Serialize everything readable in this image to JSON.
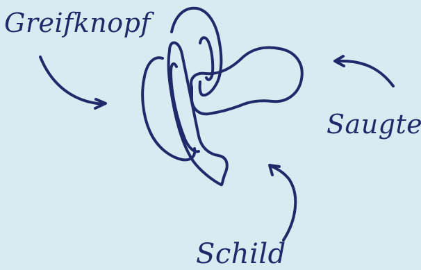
{
  "labels": {
    "grip": "Greifknopf",
    "nipple": "Saugteil",
    "shield": "Schild"
  },
  "colors": {
    "background": "#d9eaf0",
    "ink": "#1f2a6b"
  },
  "illustration": {
    "subject": "pacifier-icon"
  }
}
